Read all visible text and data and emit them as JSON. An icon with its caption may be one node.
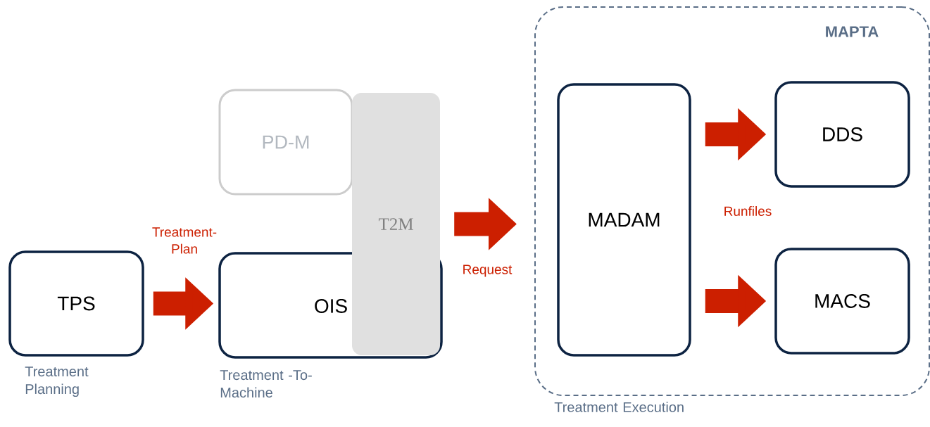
{
  "diagram": {
    "nodes": [
      {
        "text": [
          "MAPTA"
        ],
        "beside": [
          "Treatment Execution"
        ]
      },
      {
        "text": [
          "PD-M"
        ]
      },
      {
        "text": [
          "T2M"
        ]
      },
      {
        "text": [
          "TPS"
        ],
        "beside": [
          "Treatment Planning"
        ]
      },
      {
        "text": [
          "OIS"
        ],
        "beside": [
          "Treatment -To-Machine"
        ]
      },
      {
        "text": [
          "MADAM"
        ],
        "in": 0
      },
      {
        "text": [
          "DDS"
        ],
        "in": 0
      },
      {
        "text": [
          "MACS"
        ],
        "in": 0
      }
    ],
    "edges": [
      {
        "from": 3,
        "to": 4,
        "arrow": "to",
        "label": "Treatment- Plan"
      },
      {
        "from": 2,
        "to": 0,
        "arrow": "to",
        "label": "Request"
      },
      {
        "from": 5,
        "to": 6,
        "arrow": "to"
      },
      {
        "from": 5,
        "to": 7,
        "arrow": "to"
      }
    ],
    "labels": [
      "Runfiles"
    ]
  }
}
